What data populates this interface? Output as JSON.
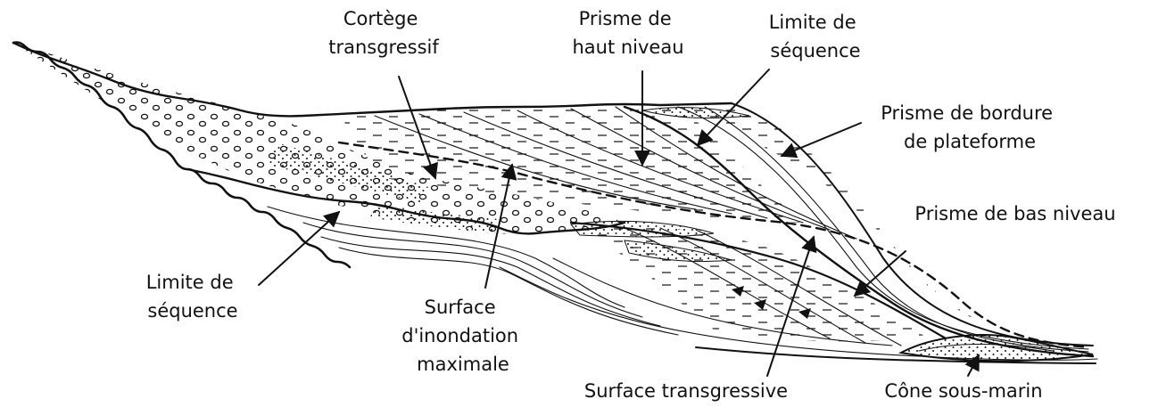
{
  "labels": {
    "cortege": [
      "Cortège",
      "transgressif"
    ],
    "haut_niveau": [
      "Prisme de",
      "haut niveau"
    ],
    "limite_top": [
      "Limite de",
      "séquence"
    ],
    "bordure": [
      "Prisme de bordure",
      "de plateforme"
    ],
    "bas_niveau": [
      "Prisme de bas niveau"
    ],
    "limite_left": [
      "Limite de",
      "séquence"
    ],
    "inondation": [
      "Surface",
      "d'inondation",
      "maximale"
    ],
    "transgressive": [
      "Surface transgressive"
    ],
    "cone": [
      "Cône sous-marin"
    ]
  },
  "colors": {
    "ink": "#111111",
    "background": "#ffffff"
  }
}
